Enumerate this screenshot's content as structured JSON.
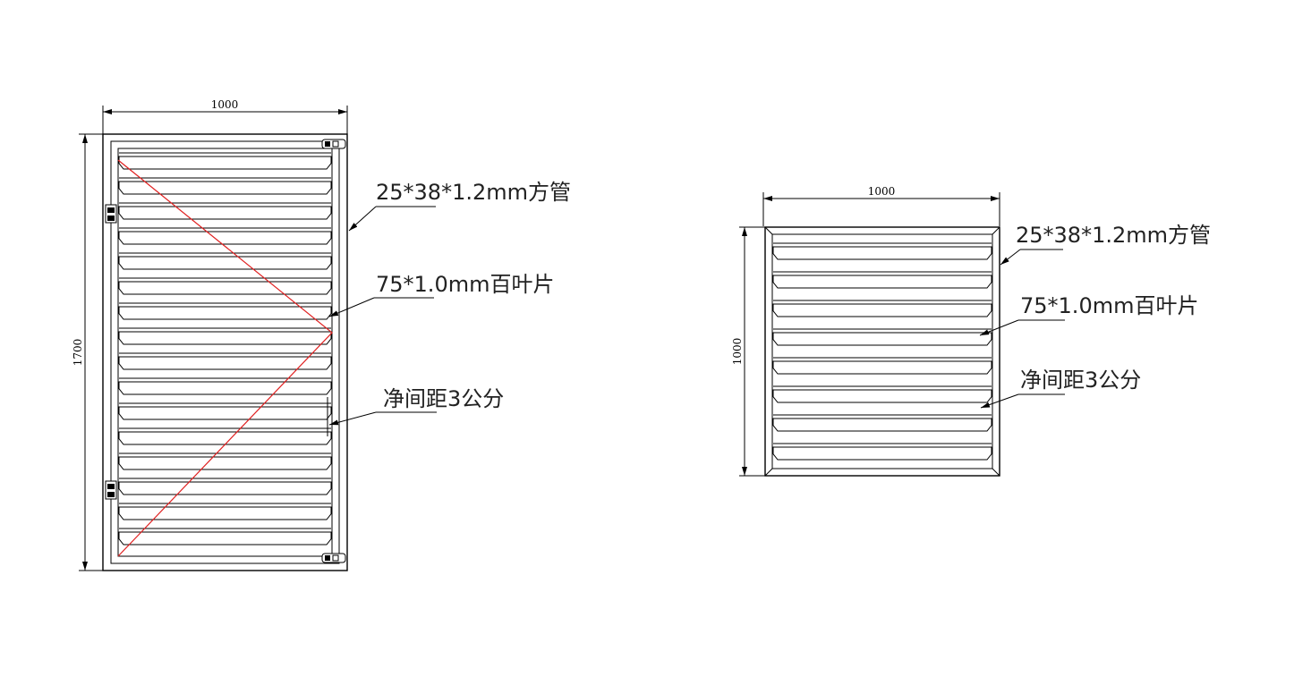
{
  "door": {
    "width_label": "1000",
    "height_label": "1700",
    "slat_count": 16,
    "annotations": {
      "tube": "25*38*1.2mm方管",
      "slat": "75*1.0mm百叶片",
      "gap": "净间距3公分"
    }
  },
  "window": {
    "width_label": "1000",
    "height_label": "1000",
    "slat_count": 8,
    "annotations": {
      "tube": "25*38*1.2mm方管",
      "slat": "75*1.0mm百叶片",
      "gap": "净间距3公分"
    }
  },
  "colors": {
    "line": "#000000",
    "diagonal": "#e02020"
  }
}
